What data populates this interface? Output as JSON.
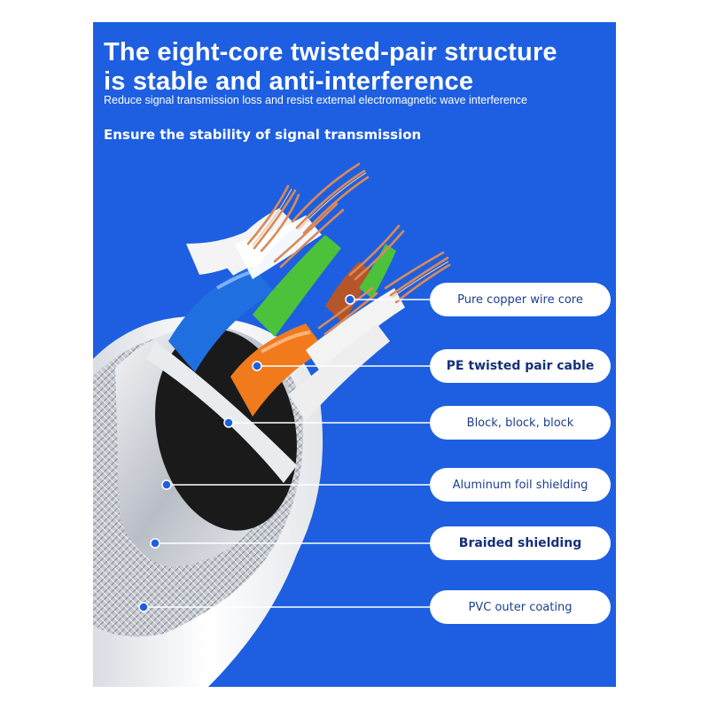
{
  "heading": {
    "title_line1": "The eight-core twisted-pair structure",
    "title_line2": "is stable and anti-interference",
    "subtitle": "Reduce signal transmission loss and resist external electromagnetic wave interference",
    "tagline": "Ensure the stability of signal transmission"
  },
  "labels": [
    {
      "text": "Pure copper wire core",
      "bold": false
    },
    {
      "text": "PE twisted pair cable",
      "bold": true
    },
    {
      "text": "Block, block, block",
      "bold": false
    },
    {
      "text": "Aluminum foil shielding",
      "bold": false
    },
    {
      "text": "Braided shielding",
      "bold": true
    },
    {
      "text": "PVC outer coating",
      "bold": false
    }
  ],
  "colors": {
    "background": "#1d5fe0",
    "pill": "#ffffff",
    "pill_text": "#1b3f8f",
    "wire_blue": "#1f6fe0",
    "wire_green": "#4cc23a",
    "wire_orange": "#f07a1c",
    "wire_brown": "#b5552a",
    "copper": "#d98a5a"
  }
}
